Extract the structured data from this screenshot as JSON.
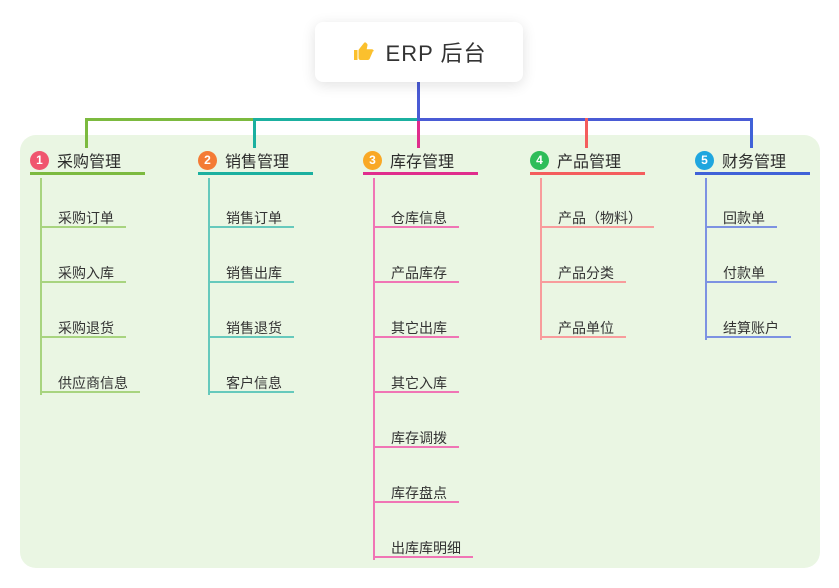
{
  "root": {
    "title": "ERP 后台",
    "icon": "thumbs-up-icon",
    "icon_color": "#FBC02D"
  },
  "colors": {
    "trunk_blue": "#4A5BD5",
    "panel_background": "#EAF6E3",
    "node_background": "#FFFFFF",
    "text": "#333333"
  },
  "branches": [
    {
      "index": "1",
      "label": "采购管理",
      "color": "#7CBA3F",
      "light_color": "#A8D47F",
      "badge_color": "#F0566E",
      "children": [
        "采购订单",
        "采购入库",
        "采购退货",
        "供应商信息"
      ]
    },
    {
      "index": "2",
      "label": "销售管理",
      "color": "#1BB0A0",
      "light_color": "#66C9BC",
      "badge_color": "#F47B35",
      "children": [
        "销售订单",
        "销售出库",
        "销售退货",
        "客户信息"
      ]
    },
    {
      "index": "3",
      "label": "库存管理",
      "color": "#E02D8D",
      "light_color": "#F075B5",
      "badge_color": "#F9A825",
      "children": [
        "仓库信息",
        "产品库存",
        "其它出库",
        "其它入库",
        "库存调拨",
        "库存盘点",
        "出库库明细"
      ]
    },
    {
      "index": "4",
      "label": "产品管理",
      "color": "#F45D5D",
      "light_color": "#F89C9C",
      "badge_color": "#2EBD59",
      "children": [
        "产品（物料）",
        "产品分类",
        "产品单位"
      ]
    },
    {
      "index": "5",
      "label": "财务管理",
      "color": "#4062D8",
      "light_color": "#7D92E2",
      "badge_color": "#1FA6DF",
      "children": [
        "回款单",
        "付款单",
        "结算账户"
      ]
    }
  ]
}
